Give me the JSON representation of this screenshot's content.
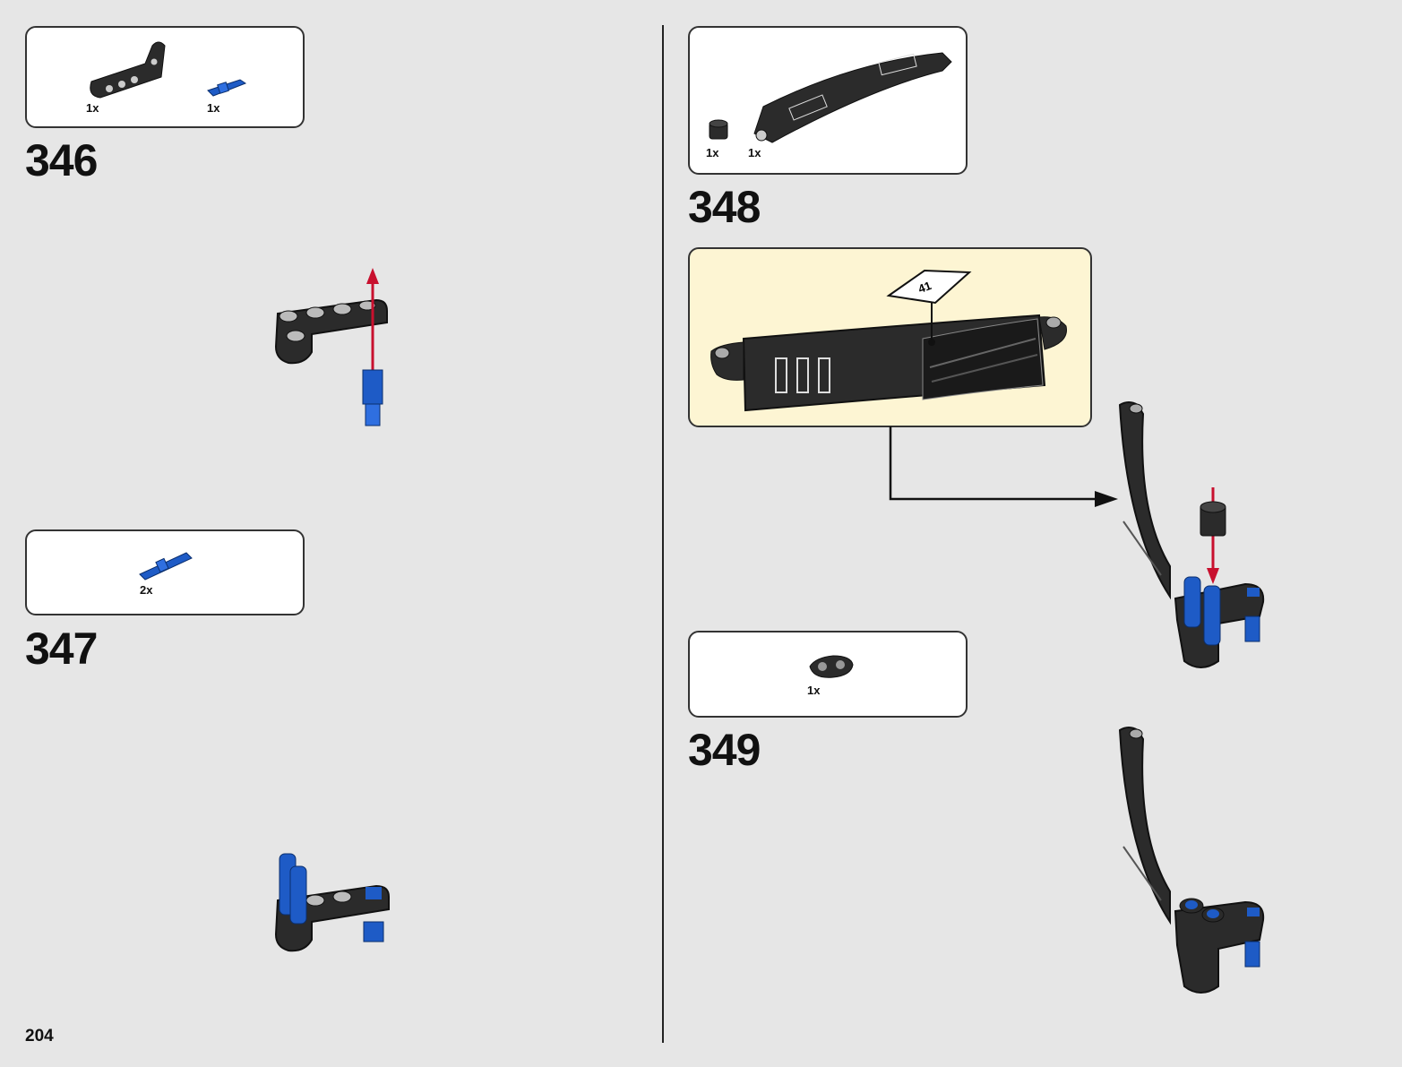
{
  "page": {
    "number": "204"
  },
  "steps": [
    {
      "number": "346",
      "parts": [
        {
          "qty": "1x",
          "icon": "black-l-beam-icon"
        },
        {
          "qty": "1x",
          "icon": "blue-axle-pin-icon"
        }
      ]
    },
    {
      "number": "347",
      "parts": [
        {
          "qty": "2x",
          "icon": "blue-long-pin-icon"
        }
      ]
    },
    {
      "number": "348",
      "parts": [
        {
          "qty": "1x",
          "icon": "black-bush-icon"
        },
        {
          "qty": "1x",
          "icon": "black-curved-panel-icon"
        }
      ]
    },
    {
      "number": "349",
      "parts": [
        {
          "qty": "1x",
          "icon": "black-double-beam-icon"
        }
      ]
    }
  ],
  "sticker": {
    "label": "41"
  },
  "colors": {
    "background": "#e6e6e6",
    "callout": "#fdf5d3",
    "technic_blue": "#1e5bc6",
    "part_black": "#2b2b2b",
    "arrow_red": "#c8102e"
  }
}
